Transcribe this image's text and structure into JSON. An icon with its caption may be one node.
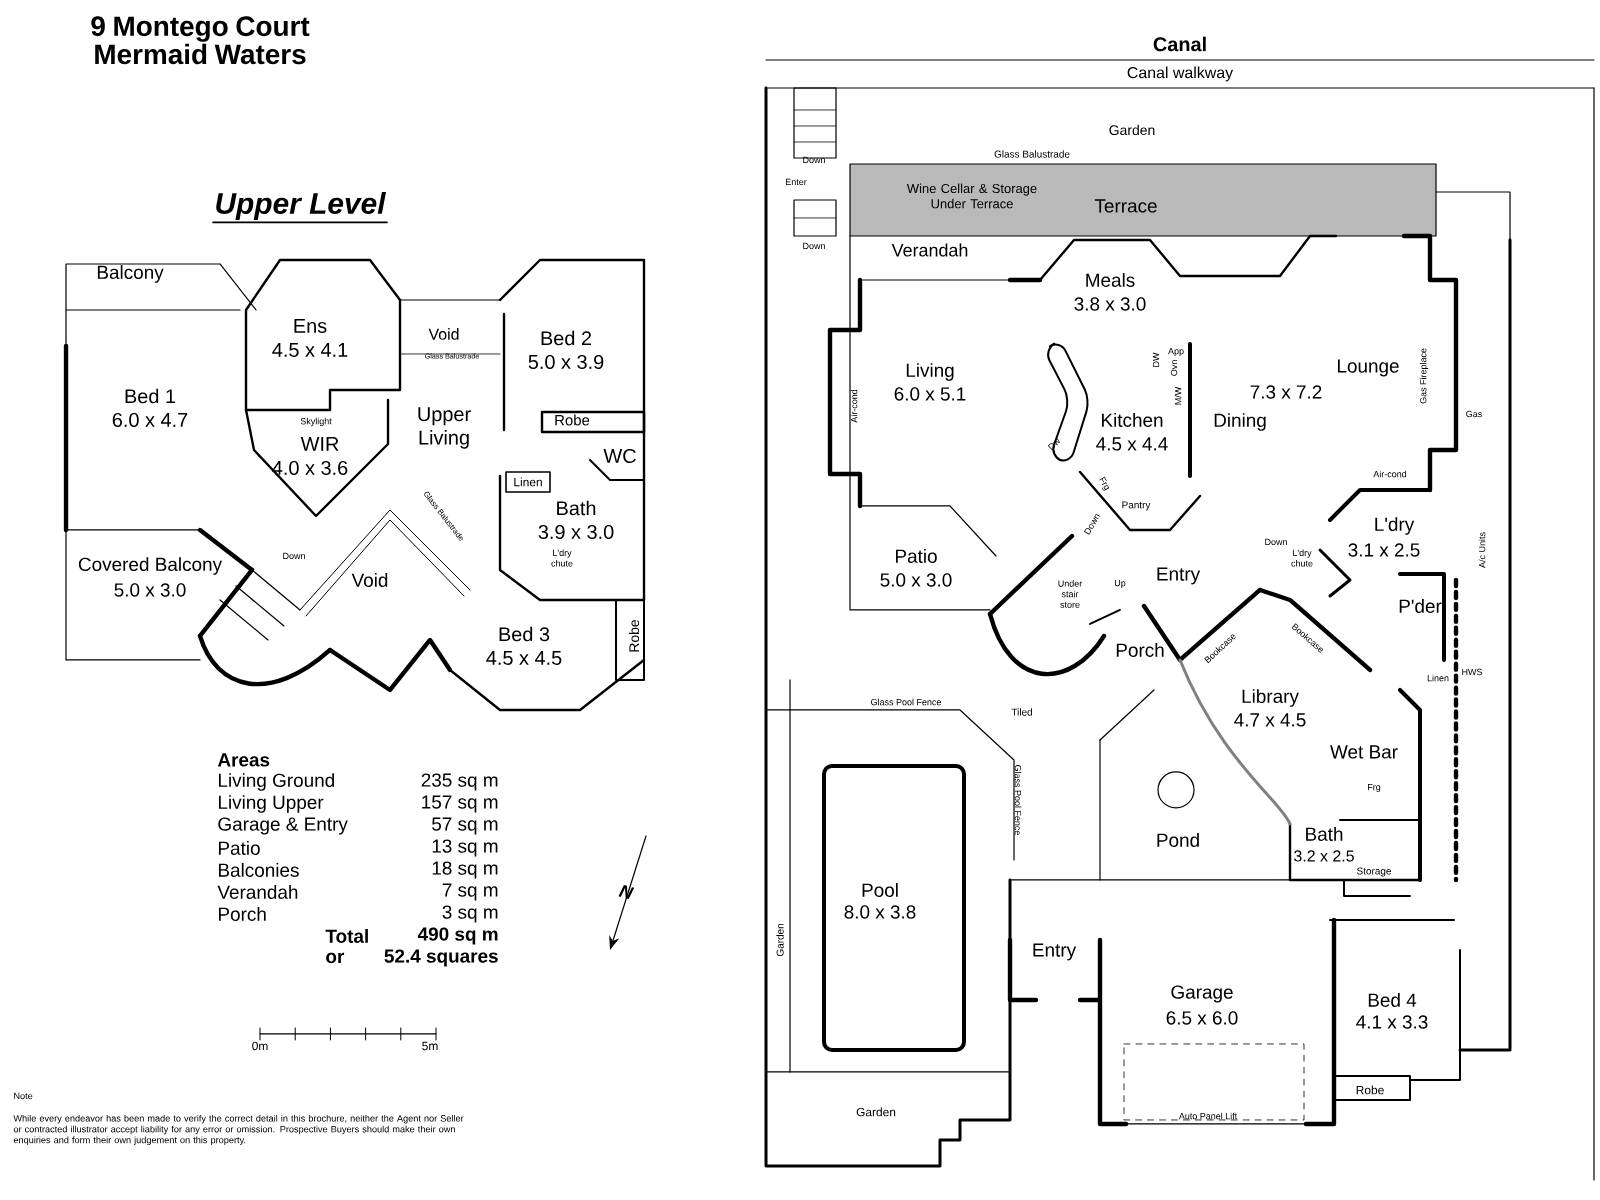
{
  "diagram": {
    "title": "9 Montego Court Mermaid Waters",
    "labels": [
      "Upper Level",
      "Balcony",
      "Ens",
      "4.5 x 4.1",
      "Void",
      "Glass Balustrade",
      "Bed 2",
      "5.0 x 3.9",
      "Bed 1",
      "6.0 x 4.7",
      "Skylight",
      "Upper Living",
      "Robe",
      "WIR",
      "4.0 x 3.6",
      "WC",
      "Linen",
      "Bath",
      "3.9 x 3.0",
      "Glass Balustrade",
      "Down",
      "L'dry chute",
      "Covered Balcony",
      "5.0 x 3.0",
      "Void",
      "Bed 3",
      "4.5 x 4.5",
      "Robe",
      "Areas",
      "Living Ground",
      "235 sq m",
      "Living Upper",
      "157 sq m",
      "Garage & Entry",
      "57 sq m",
      "Patio",
      "13 sq m",
      "Balconies",
      "18 sq m",
      "Verandah",
      "7 sq m",
      "Porch",
      "3 sq m",
      "Total",
      "490 sq m",
      "or",
      "52.4 squares",
      "N",
      "0m",
      "5m",
      "Note",
      "While every endeavor has been made to verify the correct detail in this brochure, neither the Agent nor Seller or contracted illustrator accept liability for any error or omission. Prospective Buyers should make their own enquiries and form their own judgement on this property.",
      "Canal",
      "Canal walkway",
      "Garden",
      "Down",
      "Glass Balustrade",
      "Enter",
      "Wine Cellar & Storage Under Terrace",
      "Terrace",
      "Down",
      "Verandah",
      "Meals",
      "3.8 x 3.0",
      "App",
      "Living",
      "6.0 x 5.1",
      "Lounge",
      "DW",
      "Ovn",
      "Gas Fireplace",
      "M/W",
      "7.3 x 7.2",
      "Air-cond",
      "Gas",
      "Kitchen",
      "4.5 x 4.4",
      "Dining",
      "Dw",
      "Air-cond",
      "Frg",
      "Pantry",
      "Down",
      "L'dry",
      "Down",
      "3.1 x 2.5",
      "Patio",
      "5.0 x 3.0",
      "L'dry chute",
      "A/c Units",
      "Entry",
      "Under stair store",
      "Up",
      "P'der",
      "Porch",
      "Bookcase",
      "Bookcase",
      "Linen",
      "HWS",
      "Glass Pool Fence",
      "Tiled",
      "Library",
      "4.7 x 4.5",
      "Wet Bar",
      "Frg",
      "Glass Pool Fence",
      "Pond",
      "Bath",
      "3.2 x 2.5",
      "Storage",
      "Pool",
      "8.0 x 3.8",
      "Garden",
      "Entry",
      "Garage",
      "6.5 x 6.0",
      "Bed 4",
      "4.1 x 3.3",
      "Robe",
      "Garden",
      "Auto Panel Lift"
    ]
  }
}
